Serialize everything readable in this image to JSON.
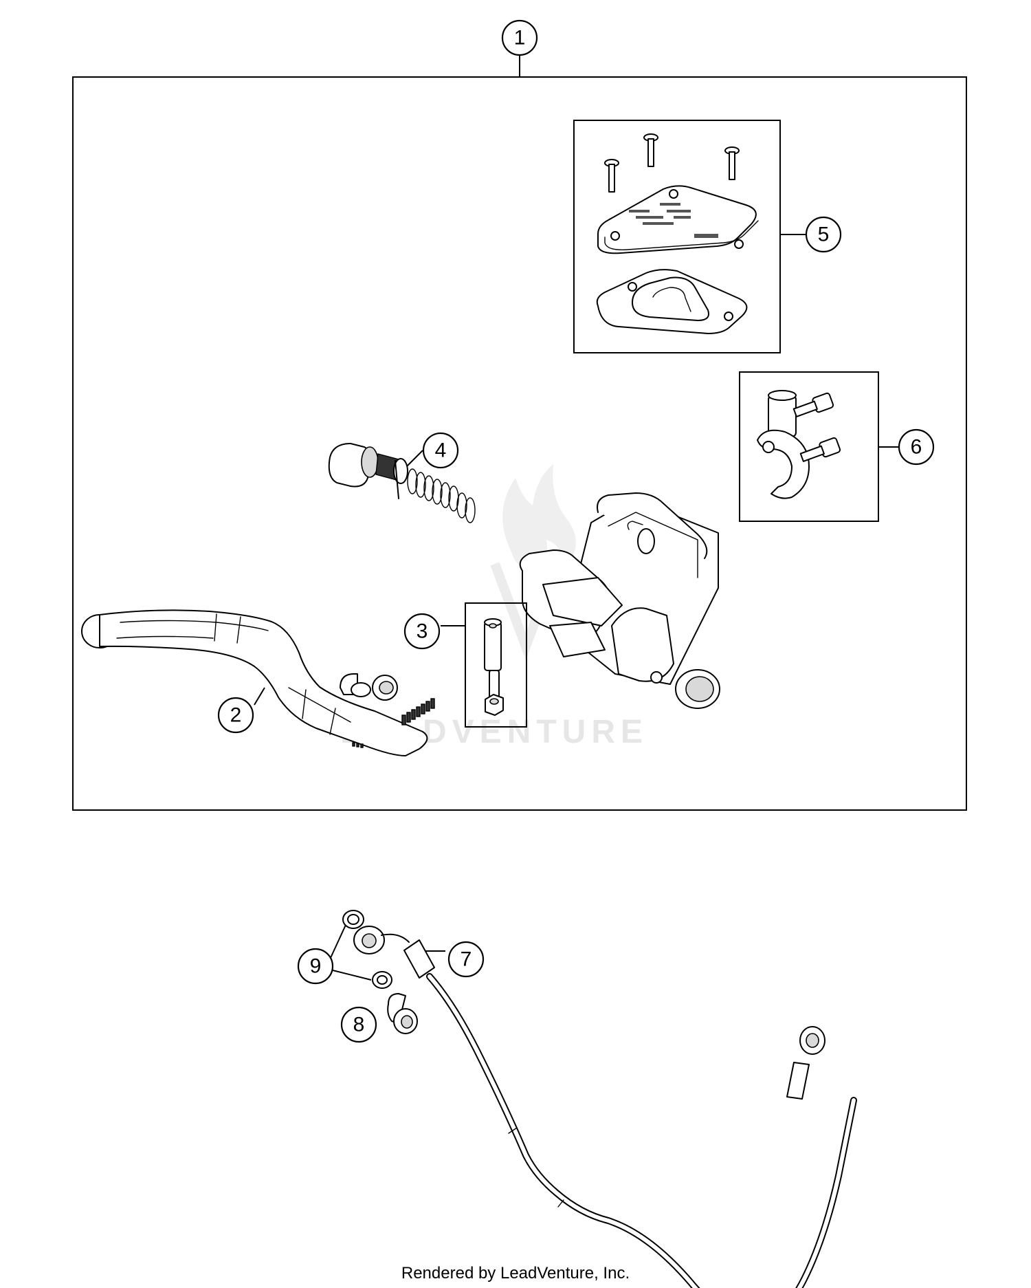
{
  "callouts": [
    {
      "id": "1",
      "label": "1"
    },
    {
      "id": "2",
      "label": "2"
    },
    {
      "id": "3",
      "label": "3"
    },
    {
      "id": "4",
      "label": "4"
    },
    {
      "id": "5",
      "label": "5"
    },
    {
      "id": "6",
      "label": "6"
    },
    {
      "id": "7",
      "label": "7"
    },
    {
      "id": "8",
      "label": "8"
    },
    {
      "id": "9",
      "label": "9"
    }
  ],
  "watermark": {
    "text": "LEADVENTURE"
  },
  "footer": {
    "credit": "Rendered by LeadVenture, Inc."
  }
}
